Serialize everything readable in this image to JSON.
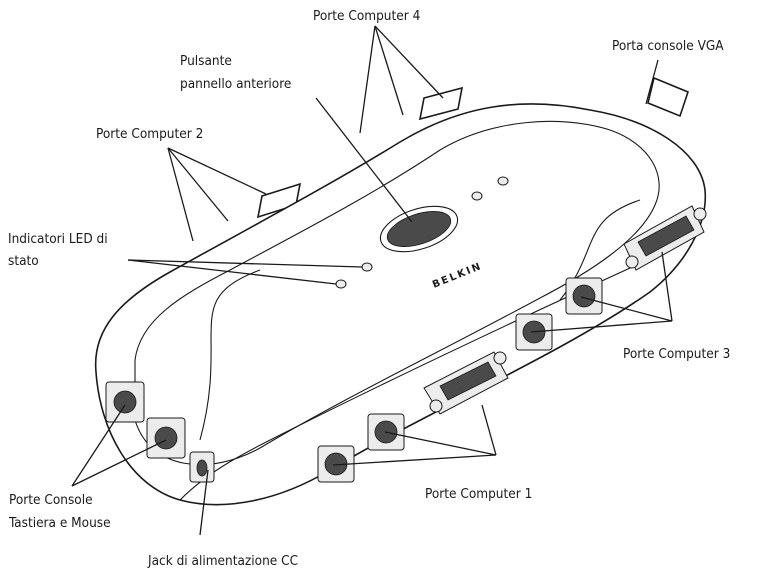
{
  "diagram": {
    "brand_text": "BELKIN",
    "labels": {
      "computer4": "Porte Computer 4",
      "front_button_line1": "Pulsante",
      "front_button_line2": "pannello anteriore",
      "vga_console": "Porta console VGA",
      "computer2": "Porte Computer 2",
      "led_line1": "Indicatori LED di",
      "led_line2": "stato",
      "computer3": "Porte Computer 3",
      "console_line1": "Porte Console",
      "console_line2": "Tastiera e Mouse",
      "computer1": "Porte Computer 1",
      "power_jack": "Jack di alimentazione CC"
    }
  }
}
